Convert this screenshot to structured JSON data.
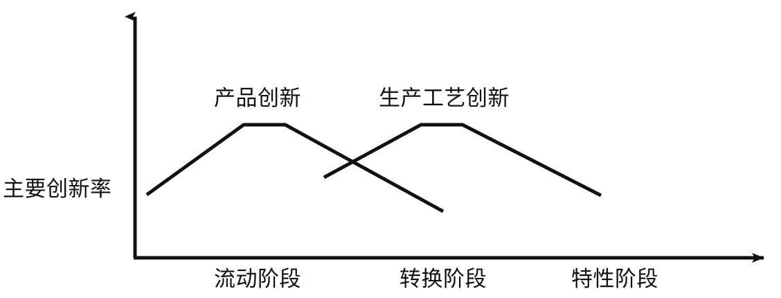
{
  "figure": {
    "title": "",
    "axes": {
      "y_axis_label": "主要创新率",
      "x_axis_label": ""
    },
    "curve_labels": {
      "curve_1": "产品创新",
      "curve_2": "生产工艺创新"
    },
    "phase_labels": [
      "流动阶段",
      "转换阶段",
      "特性阶段"
    ],
    "colors": {
      "line": "#111111",
      "axis": "#111111",
      "background": "#ffffff",
      "text": "#111111"
    }
  },
  "chart_data": {
    "type": "line",
    "title": "",
    "xlabel": "",
    "ylabel": "主要创新率",
    "grid": false,
    "legend": "inline-annotations",
    "axis_style": "arrow-ended open axes, no tick marks, no numeric scale",
    "xlim": [
      194,
      1120
    ],
    "ylim": [
      372,
      12
    ],
    "x_categories": [
      "流动阶段",
      "转换阶段",
      "特性阶段"
    ],
    "series": [
      {
        "name": "产品创新",
        "label_position": {
          "x": 309,
          "y": 127
        },
        "points": [
          {
            "x": 212,
            "y": 281
          },
          {
            "x": 352,
            "y": 180
          },
          {
            "x": 412,
            "y": 180
          },
          {
            "x": 640,
            "y": 305
          }
        ],
        "shape": "rise-plateau-fall"
      },
      {
        "name": "生产工艺创新",
        "label_position": {
          "x": 547,
          "y": 127
        },
        "points": [
          {
            "x": 468,
            "y": 256
          },
          {
            "x": 608,
            "y": 180
          },
          {
            "x": 668,
            "y": 180
          },
          {
            "x": 868,
            "y": 282
          }
        ],
        "shape": "rise-plateau-fall"
      }
    ],
    "annotations": [
      {
        "text": "流动阶段",
        "x": 385,
        "y": 410
      },
      {
        "text": "转换阶段",
        "x": 649,
        "y": 410
      },
      {
        "text": "特性阶段",
        "x": 897,
        "y": 410
      },
      {
        "text": "主要创新率",
        "x": 100,
        "y": 278
      }
    ]
  }
}
